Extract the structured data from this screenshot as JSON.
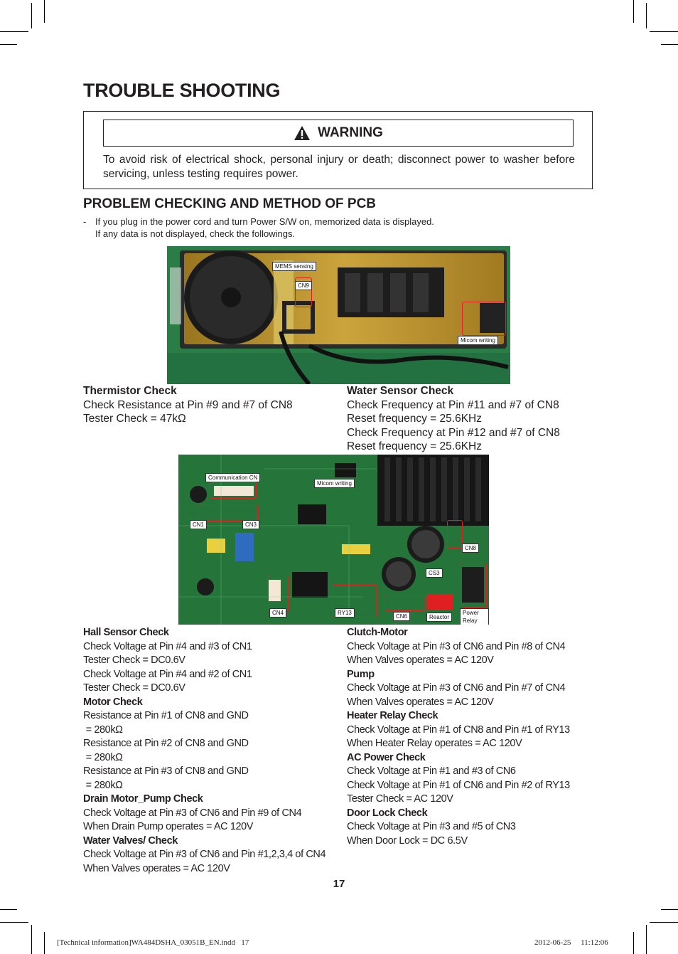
{
  "page": {
    "title": "TROUBLE SHOOTING",
    "warning": {
      "label": "WARNING",
      "text": "To avoid risk of electrical shock, personal injury or death; disconnect power to washer before servicing, unless testing requires power."
    },
    "section_title": "PROBLEM CHECKING AND METHOD OF PCB",
    "note_dash": "-",
    "note_lines": [
      "If you plug in the power cord and turn Power S/W on, memorized data is displayed.",
      "If any data is not displayed, check the followings."
    ],
    "photo1": {
      "labels": [
        "MEMS sensing",
        "CN9",
        "Micom writing"
      ]
    },
    "thermistor": {
      "heading": "Thermistor Check",
      "lines": [
        "Check Resistance at Pin #9 and #7 of CN8",
        "Tester Check = 47kΩ"
      ]
    },
    "water_sensor": {
      "heading": "Water Sensor Check",
      "lines": [
        "Check Frequency at Pin #11 and #7 of CN8",
        "Reset frequency = 25.6KHz",
        "Check Frequency at Pin #12 and #7 of CN8",
        "Reset frequency = 25.6KHz"
      ]
    },
    "photo2": {
      "labels": [
        "Communication CN",
        "Micom writing",
        "CN1",
        "CN3",
        "CN8",
        "CS3",
        "CN4",
        "RY13",
        "CN6",
        "Reactor",
        "Power Relay"
      ]
    },
    "left_col": [
      {
        "heading": "Hall Sensor Check",
        "lines": [
          "Check Voltage at Pin #4 and #3 of CN1",
          "Tester Check = DC0.6V",
          "Check Voltage at Pin #4 and #2 of CN1",
          "Tester Check = DC0.6V"
        ]
      },
      {
        "heading": "Motor Check",
        "lines": [
          "Resistance at Pin #1 of CN8 and GND",
          " = 280kΩ",
          "Resistance at Pin #2 of CN8 and GND",
          " = 280kΩ",
          "Resistance at Pin #3 of CN8 and GND",
          " = 280kΩ"
        ]
      },
      {
        "heading": "Drain Motor_Pump Check",
        "lines": [
          "Check Voltage at Pin #3 of CN6 and Pin #9 of CN4",
          "When Drain Pump operates = AC 120V"
        ]
      },
      {
        "heading": "Water Valves/ Check",
        "lines": [
          "Check Voltage at Pin #3 of CN6 and Pin #1,2,3,4 of CN4",
          "When Valves operates = AC 120V"
        ]
      }
    ],
    "right_col": [
      {
        "heading": "Clutch-Motor",
        "lines": [
          "Check Voltage at Pin #3 of CN6 and Pin #8 of CN4",
          "When Valves operates = AC 120V"
        ]
      },
      {
        "heading": "Pump",
        "lines": [
          "Check Voltage at Pin #3 of CN6 and Pin #7 of CN4",
          "When Valves operates = AC 120V"
        ]
      },
      {
        "heading": "Heater Relay Check",
        "lines": [
          "Check Voltage at Pin #1 of CN8 and Pin #1 of RY13",
          "When Heater Relay operates = AC 120V"
        ]
      },
      {
        "heading": "AC Power Check",
        "lines": [
          "Check Voltage at Pin #1 and #3 of CN6",
          "Check Voltage at Pin #1 of CN6 and Pin #2 of RY13",
          "Tester Check = AC 120V"
        ]
      },
      {
        "heading": "Door Lock Check",
        "lines": [
          "Check Voltage at Pin #3 and #5 of CN3",
          "When Door Lock = DC 6.5V"
        ]
      }
    ],
    "page_number": "17",
    "footer_left": "[Technical information]WA484DSHA_03051B_EN.indd   17",
    "footer_right": "2012-06-25     11:12:06"
  },
  "colors": {
    "text": "#231f20",
    "pcb_green": "#2e8a4a",
    "pcb_gold": "#b88a1e",
    "marker_red": "#e02020"
  },
  "icons": [
    "warning-triangle-icon"
  ]
}
